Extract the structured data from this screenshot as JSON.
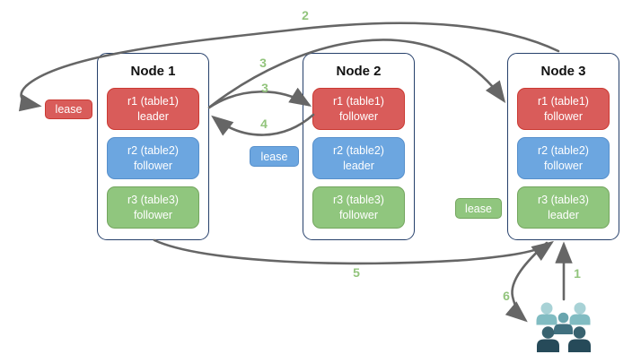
{
  "diagram": {
    "nodes": [
      {
        "title": "Node 1",
        "replicas": [
          {
            "name": "r1 (table1)",
            "role": "leader",
            "color": "red"
          },
          {
            "name": "r2 (table2)",
            "role": "follower",
            "color": "blue"
          },
          {
            "name": "r3 (table3)",
            "role": "follower",
            "color": "green"
          }
        ]
      },
      {
        "title": "Node 2",
        "replicas": [
          {
            "name": "r1 (table1)",
            "role": "follower",
            "color": "red"
          },
          {
            "name": "r2 (table2)",
            "role": "leader",
            "color": "blue"
          },
          {
            "name": "r3 (table3)",
            "role": "follower",
            "color": "green"
          }
        ]
      },
      {
        "title": "Node 3",
        "replicas": [
          {
            "name": "r1 (table1)",
            "role": "follower",
            "color": "red"
          },
          {
            "name": "r2 (table2)",
            "role": "follower",
            "color": "blue"
          },
          {
            "name": "r3 (table3)",
            "role": "leader",
            "color": "green"
          }
        ]
      }
    ],
    "leases": [
      {
        "label": "lease",
        "color": "red"
      },
      {
        "label": "lease",
        "color": "blue"
      },
      {
        "label": "lease",
        "color": "green"
      }
    ],
    "step_labels": {
      "s1": "1",
      "s2": "2",
      "s3a": "3",
      "s3b": "3",
      "s4": "4",
      "s5": "5",
      "s6": "6"
    },
    "icons": {
      "clients": "users-group-icon"
    },
    "colors": {
      "replica_red": "#d95c5a",
      "replica_red_border": "#cb3a33",
      "replica_blue": "#6ca6e0",
      "replica_blue_border": "#568fcb",
      "replica_green": "#90c67e",
      "replica_green_border": "#73a55e",
      "node_border": "#26406b",
      "arrow": "#666666",
      "step_label": "#92c47c",
      "users_light": "#a8d2d6",
      "users_medium": "#69a5ae",
      "users_dark": "#264a59"
    }
  }
}
